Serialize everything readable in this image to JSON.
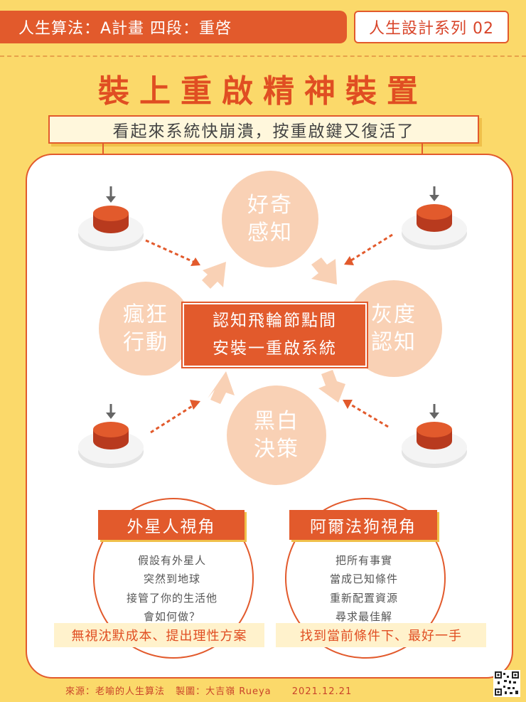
{
  "header": {
    "left_label": "人生算法：A計畫 四段：重啓",
    "right_label": "人生設計系列 02"
  },
  "title": "裝上重啟精神裝置",
  "subtitle": "看起來系統快崩潰，按重啟鍵又復活了",
  "circles": {
    "top": [
      "好奇",
      "感知"
    ],
    "left": [
      "瘋狂",
      "行動"
    ],
    "right": [
      "灰度",
      "認知"
    ],
    "bottom": [
      "黑白",
      "決策"
    ]
  },
  "center": {
    "line1": "認知飛輪節點間",
    "line2": "安裝一重啟系統"
  },
  "views": [
    {
      "title": "外星人視角",
      "lines": [
        "假設有外星人",
        "突然到地球",
        "接管了你的生活他",
        "會如何做？"
      ],
      "conclusion": "無視沈默成本、提出理性方案"
    },
    {
      "title": "阿爾法狗視角",
      "lines": [
        "把所有事實",
        "當成已知條件",
        "重新配置資源",
        "尋求最佳解"
      ],
      "conclusion": "找到當前條件下、最好一手"
    }
  ],
  "footer": {
    "source": "來源：老喻的人生算法",
    "maker": "製圖：大吉嶺 Rueya",
    "date": "2021.12.21"
  },
  "colors": {
    "background": "#fbd96a",
    "accent": "#e25a2c",
    "circle_fill": "#f9d1b5",
    "strip_fill": "#fff2cc"
  },
  "icons": [
    "reset-button-icon",
    "down-arrow-icon",
    "qr-code-icon"
  ]
}
